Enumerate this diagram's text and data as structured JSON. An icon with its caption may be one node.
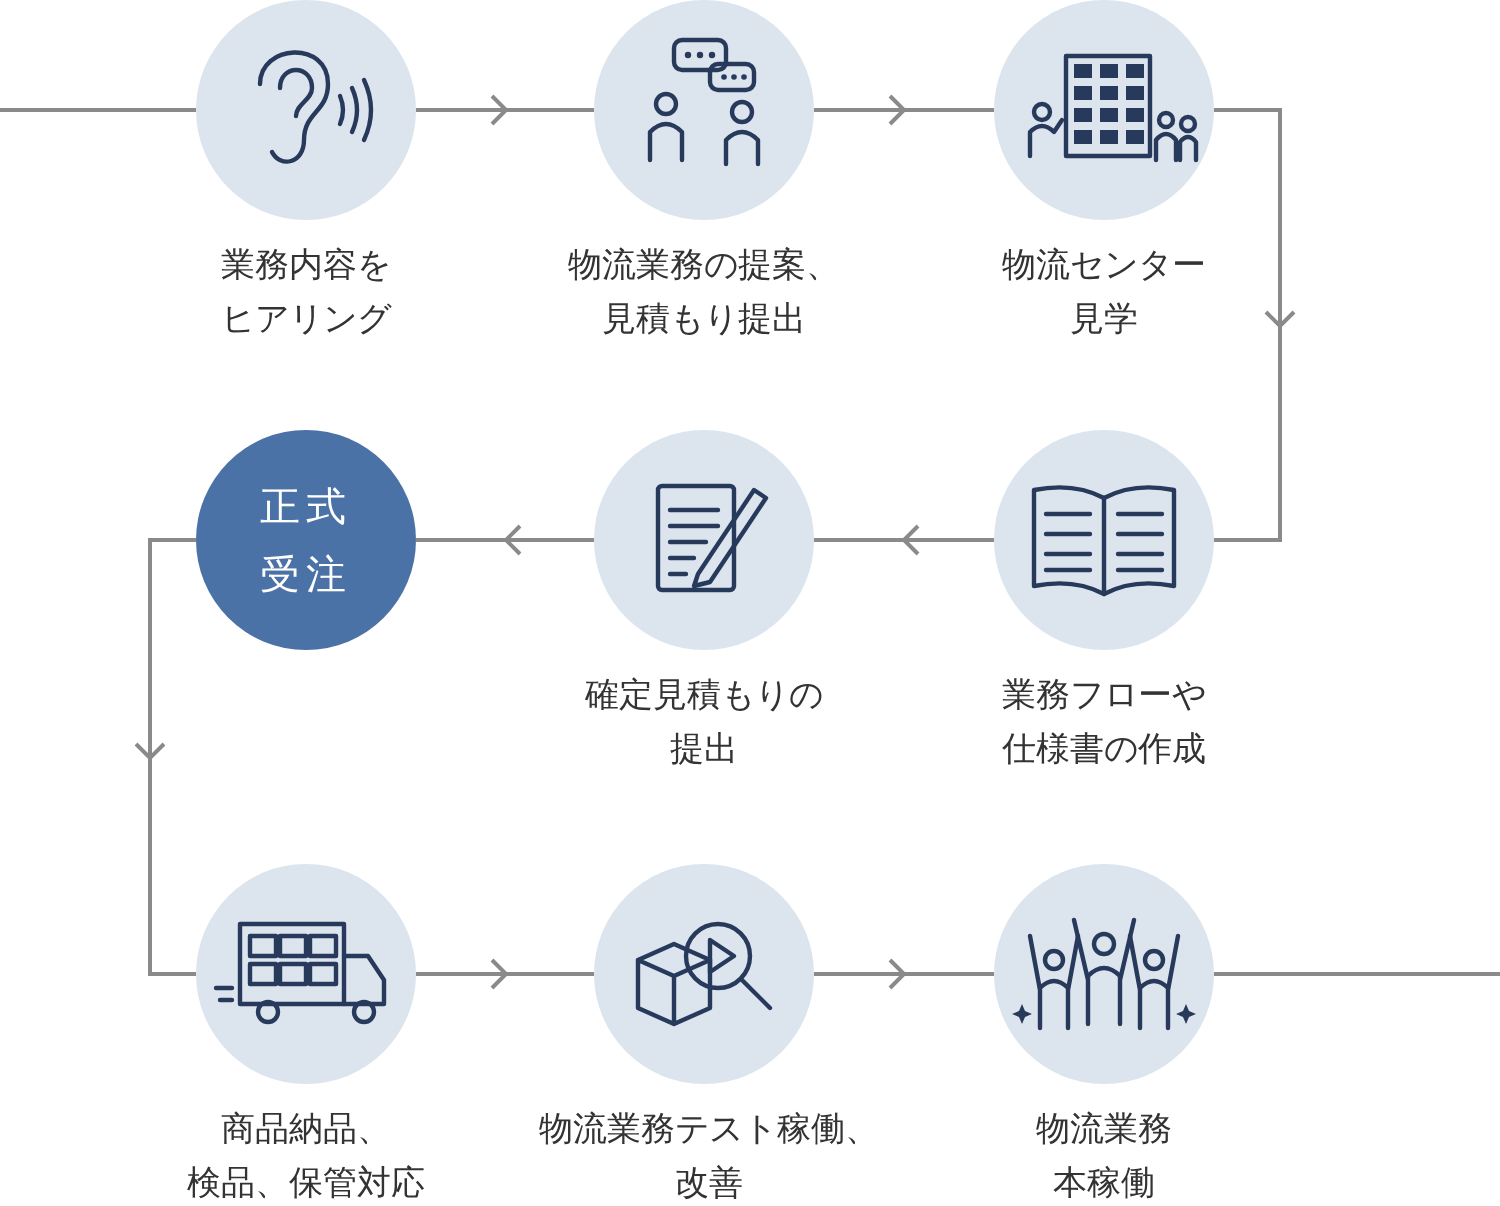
{
  "diagram": {
    "nodes": [
      {
        "text": [
          "業務内容をヒアリング"
        ]
      },
      {
        "text": [
          "物流業務の提案、見積もり提出"
        ]
      },
      {
        "text": [
          "物流センター見学"
        ]
      },
      {
        "text": [
          "業務フローや仕様書の作成"
        ]
      },
      {
        "text": [
          "確定見積もりの提出"
        ]
      },
      {
        "text": [
          "正式受注"
        ]
      },
      {
        "text": [
          "商品納品、検品、保管対応"
        ]
      },
      {
        "text": [
          "物流業務テスト稼働、改善"
        ]
      },
      {
        "text": [
          "物流業務本稼働"
        ]
      }
    ],
    "edges": [
      {
        "from": null,
        "to": 0,
        "arrow": "none"
      },
      {
        "from": 0,
        "to": 1,
        "arrow": "to"
      },
      {
        "from": 1,
        "to": 2,
        "arrow": "to"
      },
      {
        "from": 2,
        "to": 3,
        "arrow": "to"
      },
      {
        "from": 3,
        "to": 4,
        "arrow": "to"
      },
      {
        "from": 4,
        "to": 5,
        "arrow": "to"
      },
      {
        "from": 5,
        "to": 6,
        "arrow": "to"
      },
      {
        "from": 6,
        "to": 7,
        "arrow": "to"
      },
      {
        "from": 7,
        "to": 8,
        "arrow": "to"
      },
      {
        "from": 8,
        "to": null,
        "arrow": "none"
      }
    ]
  }
}
